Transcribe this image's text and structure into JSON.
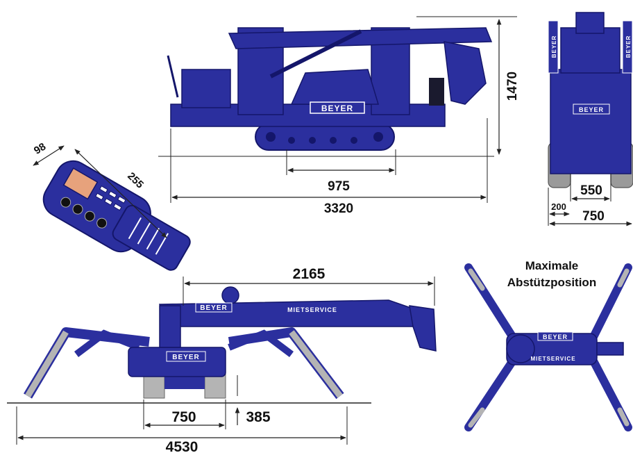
{
  "colors": {
    "machine_blue": "#2b2f9e",
    "machine_dark": "#14166a",
    "track_grey": "#b4b4b4",
    "dimension_line": "#222222"
  },
  "brand": {
    "name": "BEYER",
    "service": "MIETSERVICE"
  },
  "views": {
    "side": {
      "length": "3320",
      "track_width": "975",
      "height": "1470"
    },
    "front": {
      "outer_width": "750",
      "track_width": "550",
      "track_gap": "200"
    },
    "remote": {
      "width": "98",
      "length": "255"
    },
    "outrigger": {
      "reach": "2165",
      "track_base": "750",
      "clearance": "385",
      "span": "4530"
    },
    "top": {
      "caption_line1": "Maximale",
      "caption_line2": "Abstützposition"
    }
  }
}
